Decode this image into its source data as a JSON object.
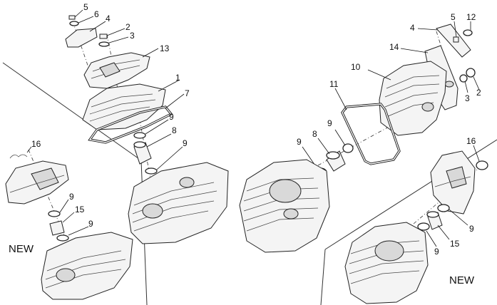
{
  "labels": {
    "new_left": "NEW",
    "new_right": "NEW",
    "c5_top": "5",
    "c6_top": "6",
    "c4_top": "4",
    "c2_top": "2",
    "c3_top": "3",
    "c13": "13",
    "c1": "1",
    "c7": "7",
    "c9_a": "9",
    "c8_a": "8",
    "c9_b": "9",
    "c16_left": "16",
    "c9_left1": "9",
    "c15_left": "15",
    "c9_left2": "9",
    "c4_right": "4",
    "c5_right": "5",
    "c12": "12",
    "c14": "14",
    "c10": "10",
    "c11": "11",
    "c2_right": "2",
    "c3_right": "3",
    "c9_mid": "9",
    "c8_mid": "8",
    "c9_mid2": "9",
    "c16_right": "16",
    "c9_right1": "9",
    "c15_right": "15",
    "c9_right2": "9"
  }
}
